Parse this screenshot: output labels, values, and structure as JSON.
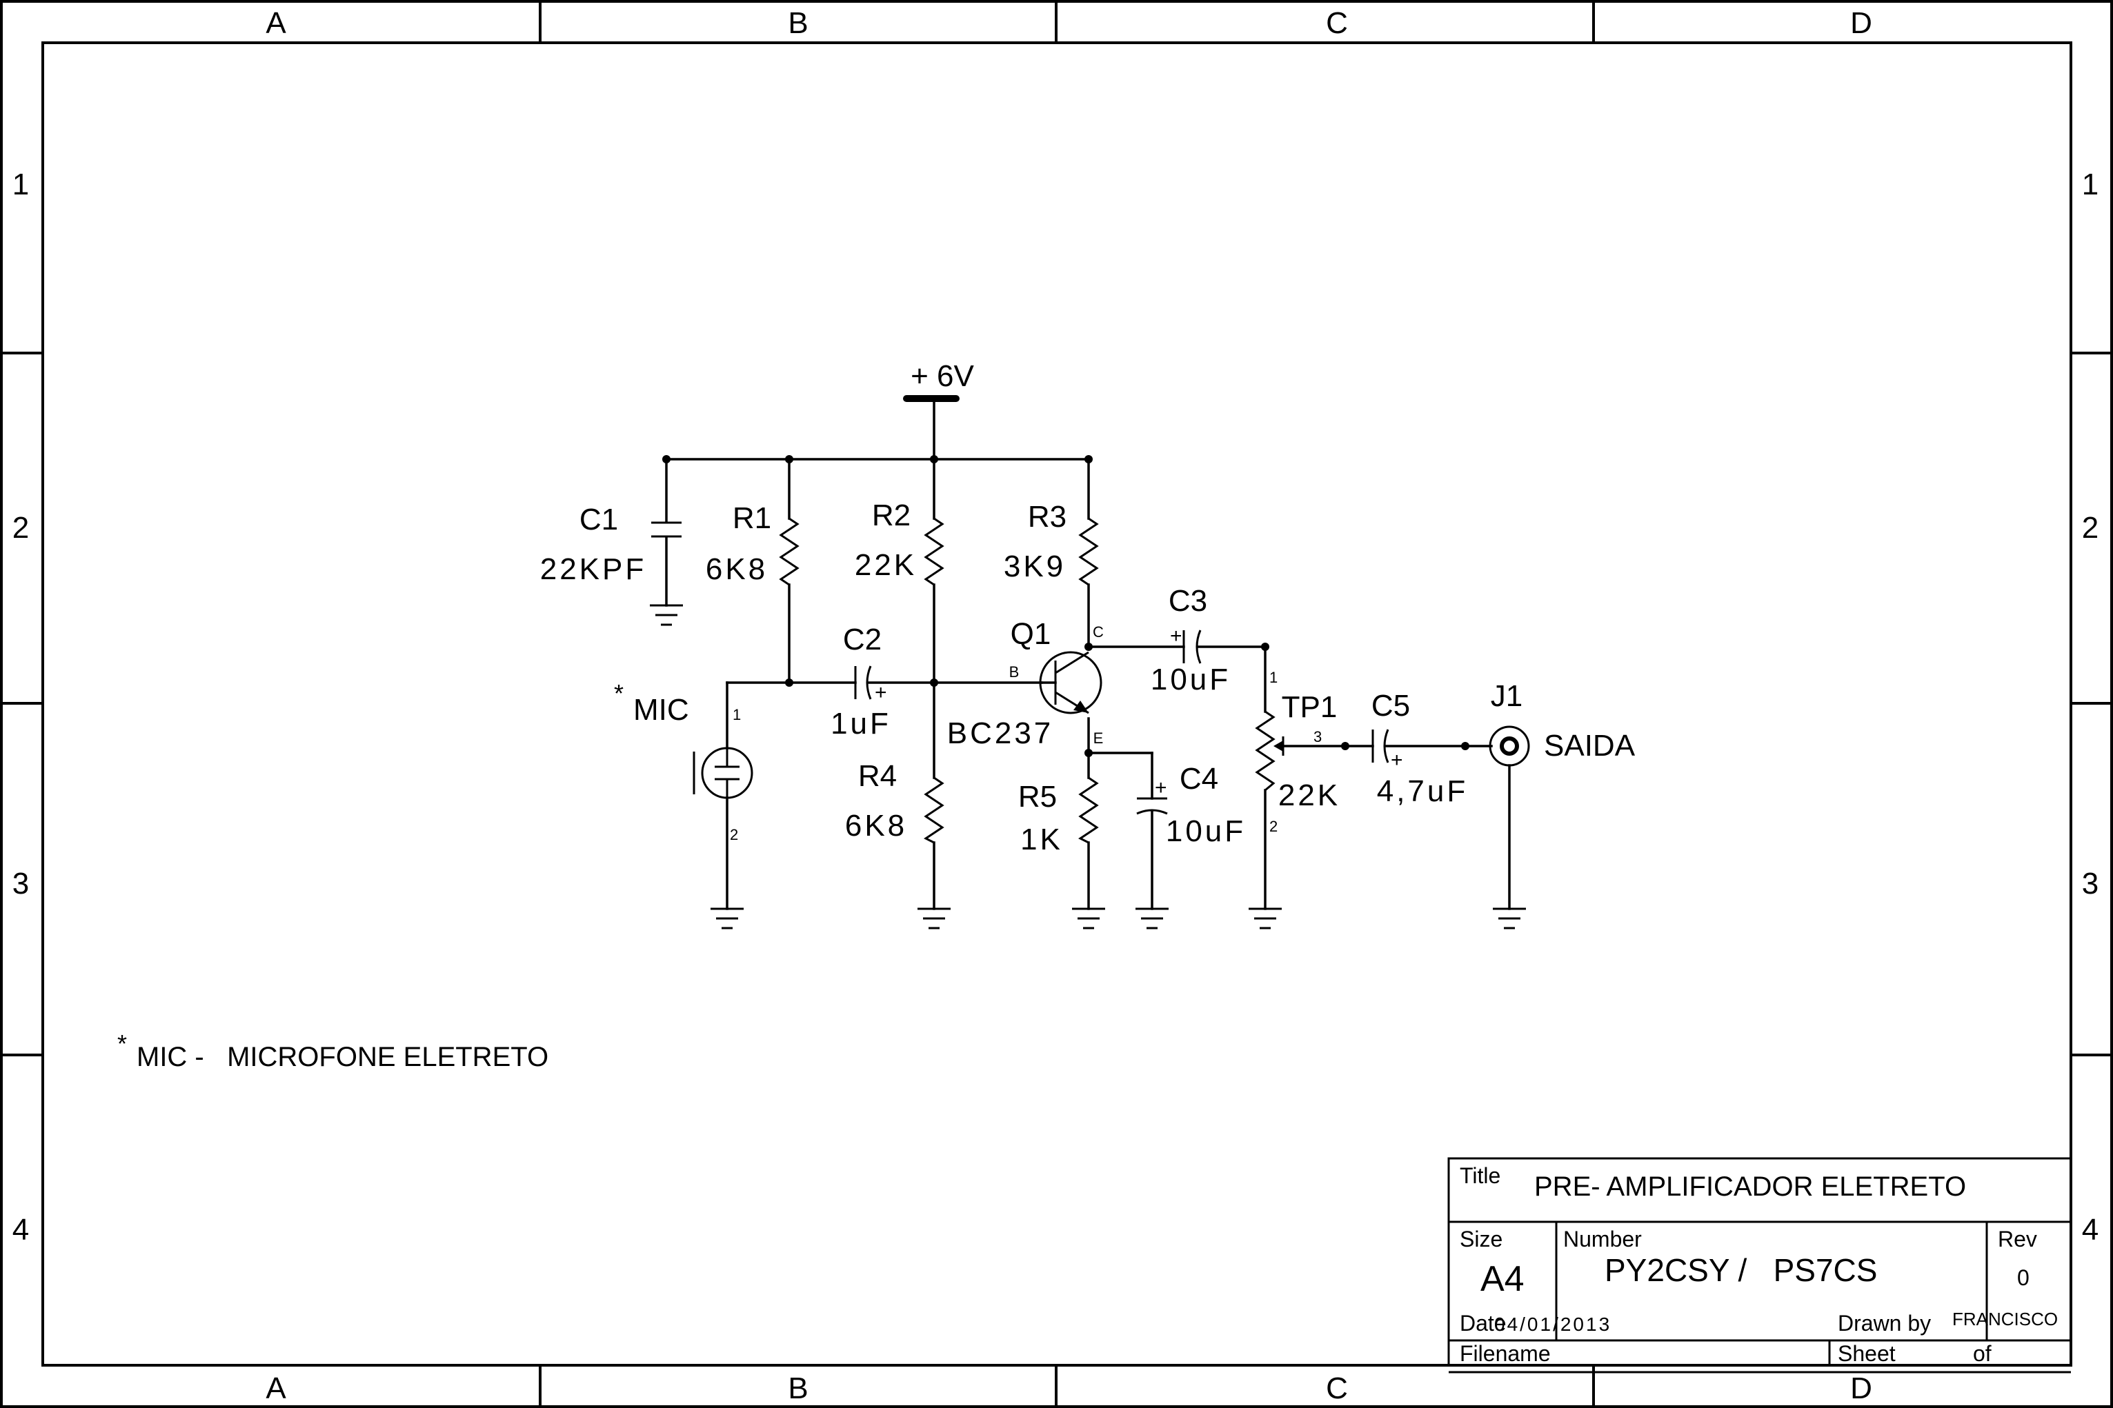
{
  "frame": {
    "columns": [
      "A",
      "B",
      "C",
      "D"
    ],
    "rows": [
      "1",
      "2",
      "3",
      "4"
    ]
  },
  "supply": {
    "label": "+ 6V"
  },
  "components": {
    "c1": {
      "ref": "C1",
      "value": "22KPF"
    },
    "r1": {
      "ref": "R1",
      "value": "6K8"
    },
    "r2": {
      "ref": "R2",
      "value": "22K"
    },
    "r3": {
      "ref": "R3",
      "value": "3K9"
    },
    "c2": {
      "ref": "C2",
      "value": "1uF"
    },
    "q1": {
      "ref": "Q1",
      "value": "BC237",
      "pin_b": "B",
      "pin_c": "C",
      "pin_e": "E"
    },
    "c3": {
      "ref": "C3",
      "value": "10uF"
    },
    "r4": {
      "ref": "R4",
      "value": "6K8"
    },
    "r5": {
      "ref": "R5",
      "value": "1K"
    },
    "c4": {
      "ref": "C4",
      "value": "10uF"
    },
    "tp1": {
      "ref": "TP1",
      "value": "22K",
      "pin1": "1",
      "pin2": "2",
      "pin3": "3"
    },
    "c5": {
      "ref": "C5",
      "value": "4,7uF"
    },
    "j1": {
      "ref": "J1",
      "value": "SAIDA"
    },
    "mic": {
      "star": "*",
      "ref": "MIC",
      "pin1": "1",
      "pin2": "2"
    }
  },
  "polarity": {
    "plus": "+"
  },
  "note": {
    "star": "*",
    "text": "MIC -   MICROFONE ELETRETO"
  },
  "title_block": {
    "title_label": "Title",
    "title": "PRE- AMPLIFICADOR ELETRETO",
    "size_label": "Size",
    "size": "A4",
    "number_label": "Number",
    "number": "PY2CSY /   PS7CS",
    "rev_label": "Rev",
    "rev": "0",
    "date_label": "Date",
    "date": "04/01/2013",
    "drawn_label": "Drawn by",
    "drawn": "FRANCISCO",
    "filename_label": "Filename",
    "sheet_label": "Sheet",
    "of_label": "of"
  }
}
